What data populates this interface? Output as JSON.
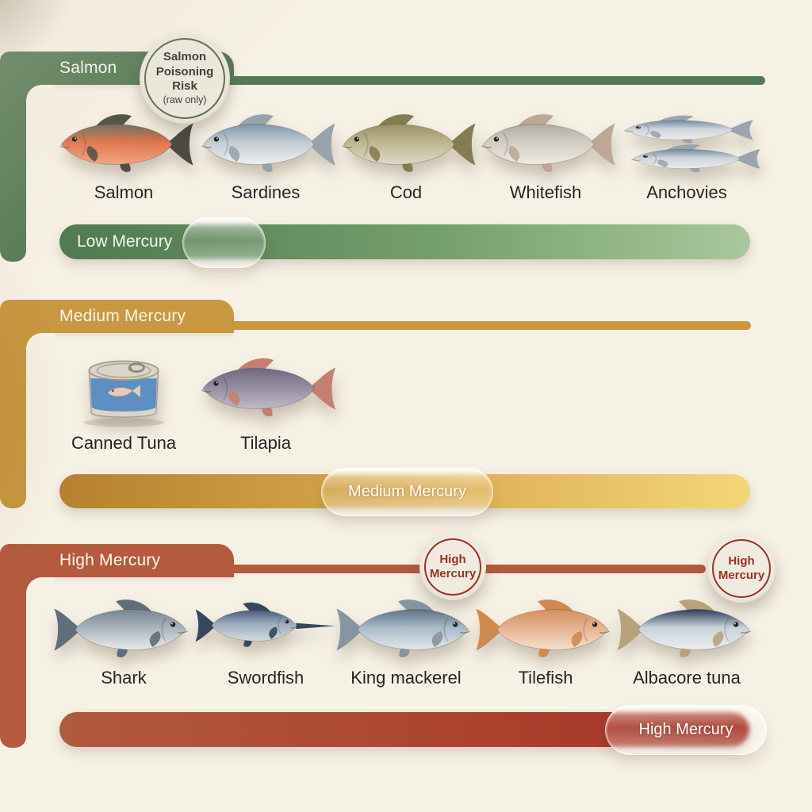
{
  "page": {
    "background": "#f6f1e5",
    "text_color": "#262626",
    "title": "Fish Mercury Levels Infographic"
  },
  "sections": [
    {
      "id": "low-mercury",
      "header_label": "Salmon",
      "colors": {
        "main": "#567a55",
        "bar_from": "#4f7950",
        "bar_mid": "#74a06c",
        "bar_to": "#a9c89b"
      },
      "bar": {
        "label": "Low Mercury"
      },
      "pill": {
        "label": ""
      },
      "badge": {
        "lines": [
          "Salmon",
          "Poisoning",
          "Risk"
        ],
        "note": "(raw only)",
        "bg": "#ece8dc",
        "ring_color": "#5c6b54",
        "text_color": "#3a3a34"
      },
      "items": [
        {
          "label": "Salmon",
          "icon": "salmon-icon",
          "variant": "fish",
          "facing": "left",
          "colors": {
            "back": "#6b685c",
            "mid": "#e0734c",
            "belly": "#f2a57e",
            "fin": "#4c4b43"
          }
        },
        {
          "label": "Sardines",
          "icon": "sardines-icon",
          "variant": "fish",
          "facing": "left",
          "colors": {
            "back": "#7d96aa",
            "mid": "#c3ccd3",
            "belly": "#eef0f1",
            "fin": "#98a3ab"
          }
        },
        {
          "label": "Cod",
          "icon": "cod-icon",
          "variant": "fish",
          "facing": "left",
          "colors": {
            "back": "#9b9164",
            "mid": "#beb68f",
            "belly": "#ded9c7",
            "fin": "#857c54"
          }
        },
        {
          "label": "Whitefish",
          "icon": "whitefish-icon",
          "variant": "fish",
          "facing": "left",
          "colors": {
            "back": "#b0aba0",
            "mid": "#d2cdc3",
            "belly": "#efebe3",
            "fin": "#bda895"
          }
        },
        {
          "label": "Anchovies",
          "icon": "anchovies-icon",
          "variant": "fish-pair",
          "facing": "left",
          "colors": {
            "back": "#6f88a1",
            "mid": "#ccd3d9",
            "belly": "#ebeef0",
            "fin": "#9aa5ad"
          }
        }
      ]
    },
    {
      "id": "medium-mercury",
      "header_label": "Medium Mercury",
      "colors": {
        "main": "#c9973f",
        "bar_from": "#b5812d",
        "bar_mid": "#dcae52",
        "bar_to": "#f3d678"
      },
      "bar": {
        "label": ""
      },
      "pill": {
        "label": "Medium Mercury"
      },
      "items": [
        {
          "label": "Canned Tuna",
          "icon": "canned-tuna-icon",
          "variant": "can",
          "facing": "left",
          "colors": {
            "label": "#5e8fc2",
            "lid": "#dbd5c7",
            "fish": "#ecc7b2"
          }
        },
        {
          "label": "Tilapia",
          "icon": "tilapia-icon",
          "variant": "fish",
          "facing": "left",
          "colors": {
            "back": "#6e6980",
            "mid": "#928ca0",
            "belly": "#c0b9c6",
            "fin": "#c57f70"
          }
        }
      ]
    },
    {
      "id": "high-mercury",
      "header_label": "High Mercury",
      "colors": {
        "main": "#b55a3e",
        "bar_from": "#b05a3f",
        "bar_mid": "#ad4530",
        "bar_to": "#a43122"
      },
      "bar": {
        "label": ""
      },
      "pill": {
        "label": "High Mercury"
      },
      "badges": [
        {
          "lines": [
            "High",
            "Mercury"
          ],
          "bg": "#f0ebe0",
          "ring_color": "#9c3123",
          "text_color": "#9c3123"
        },
        {
          "lines": [
            "High",
            "Mercury"
          ],
          "bg": "#f0ebe0",
          "ring_color": "#9c3123",
          "text_color": "#9c3123"
        }
      ],
      "items": [
        {
          "label": "Shark",
          "icon": "shark-icon",
          "variant": "fish",
          "facing": "right",
          "colors": {
            "back": "#76848f",
            "mid": "#a9b3bb",
            "belly": "#e9ebec",
            "fin": "#5f6e7a"
          }
        },
        {
          "label": "Swordfish",
          "icon": "swordfish-icon",
          "variant": "fish-bill",
          "facing": "right",
          "colors": {
            "back": "#47597a",
            "mid": "#9cadbe",
            "belly": "#d6dce2",
            "fin": "#36475e"
          }
        },
        {
          "label": "King mackerel",
          "icon": "king-mackerel-icon",
          "variant": "fish",
          "facing": "right",
          "colors": {
            "back": "#5e7386",
            "mid": "#a9bac8",
            "belly": "#e1e7ec",
            "fin": "#8795a0"
          }
        },
        {
          "label": "Tilefish",
          "icon": "tilefish-icon",
          "variant": "fish",
          "facing": "right",
          "colors": {
            "back": "#d3905e",
            "mid": "#e6b191",
            "belly": "#f5dfcb",
            "fin": "#cf8a50"
          }
        },
        {
          "label": "Albacore tuna",
          "icon": "albacore-tuna-icon",
          "variant": "fish",
          "facing": "right",
          "colors": {
            "back": "#2d3e5a",
            "mid": "#c9d2da",
            "belly": "#eaedf0",
            "fin": "#b7a27c"
          }
        }
      ]
    }
  ]
}
